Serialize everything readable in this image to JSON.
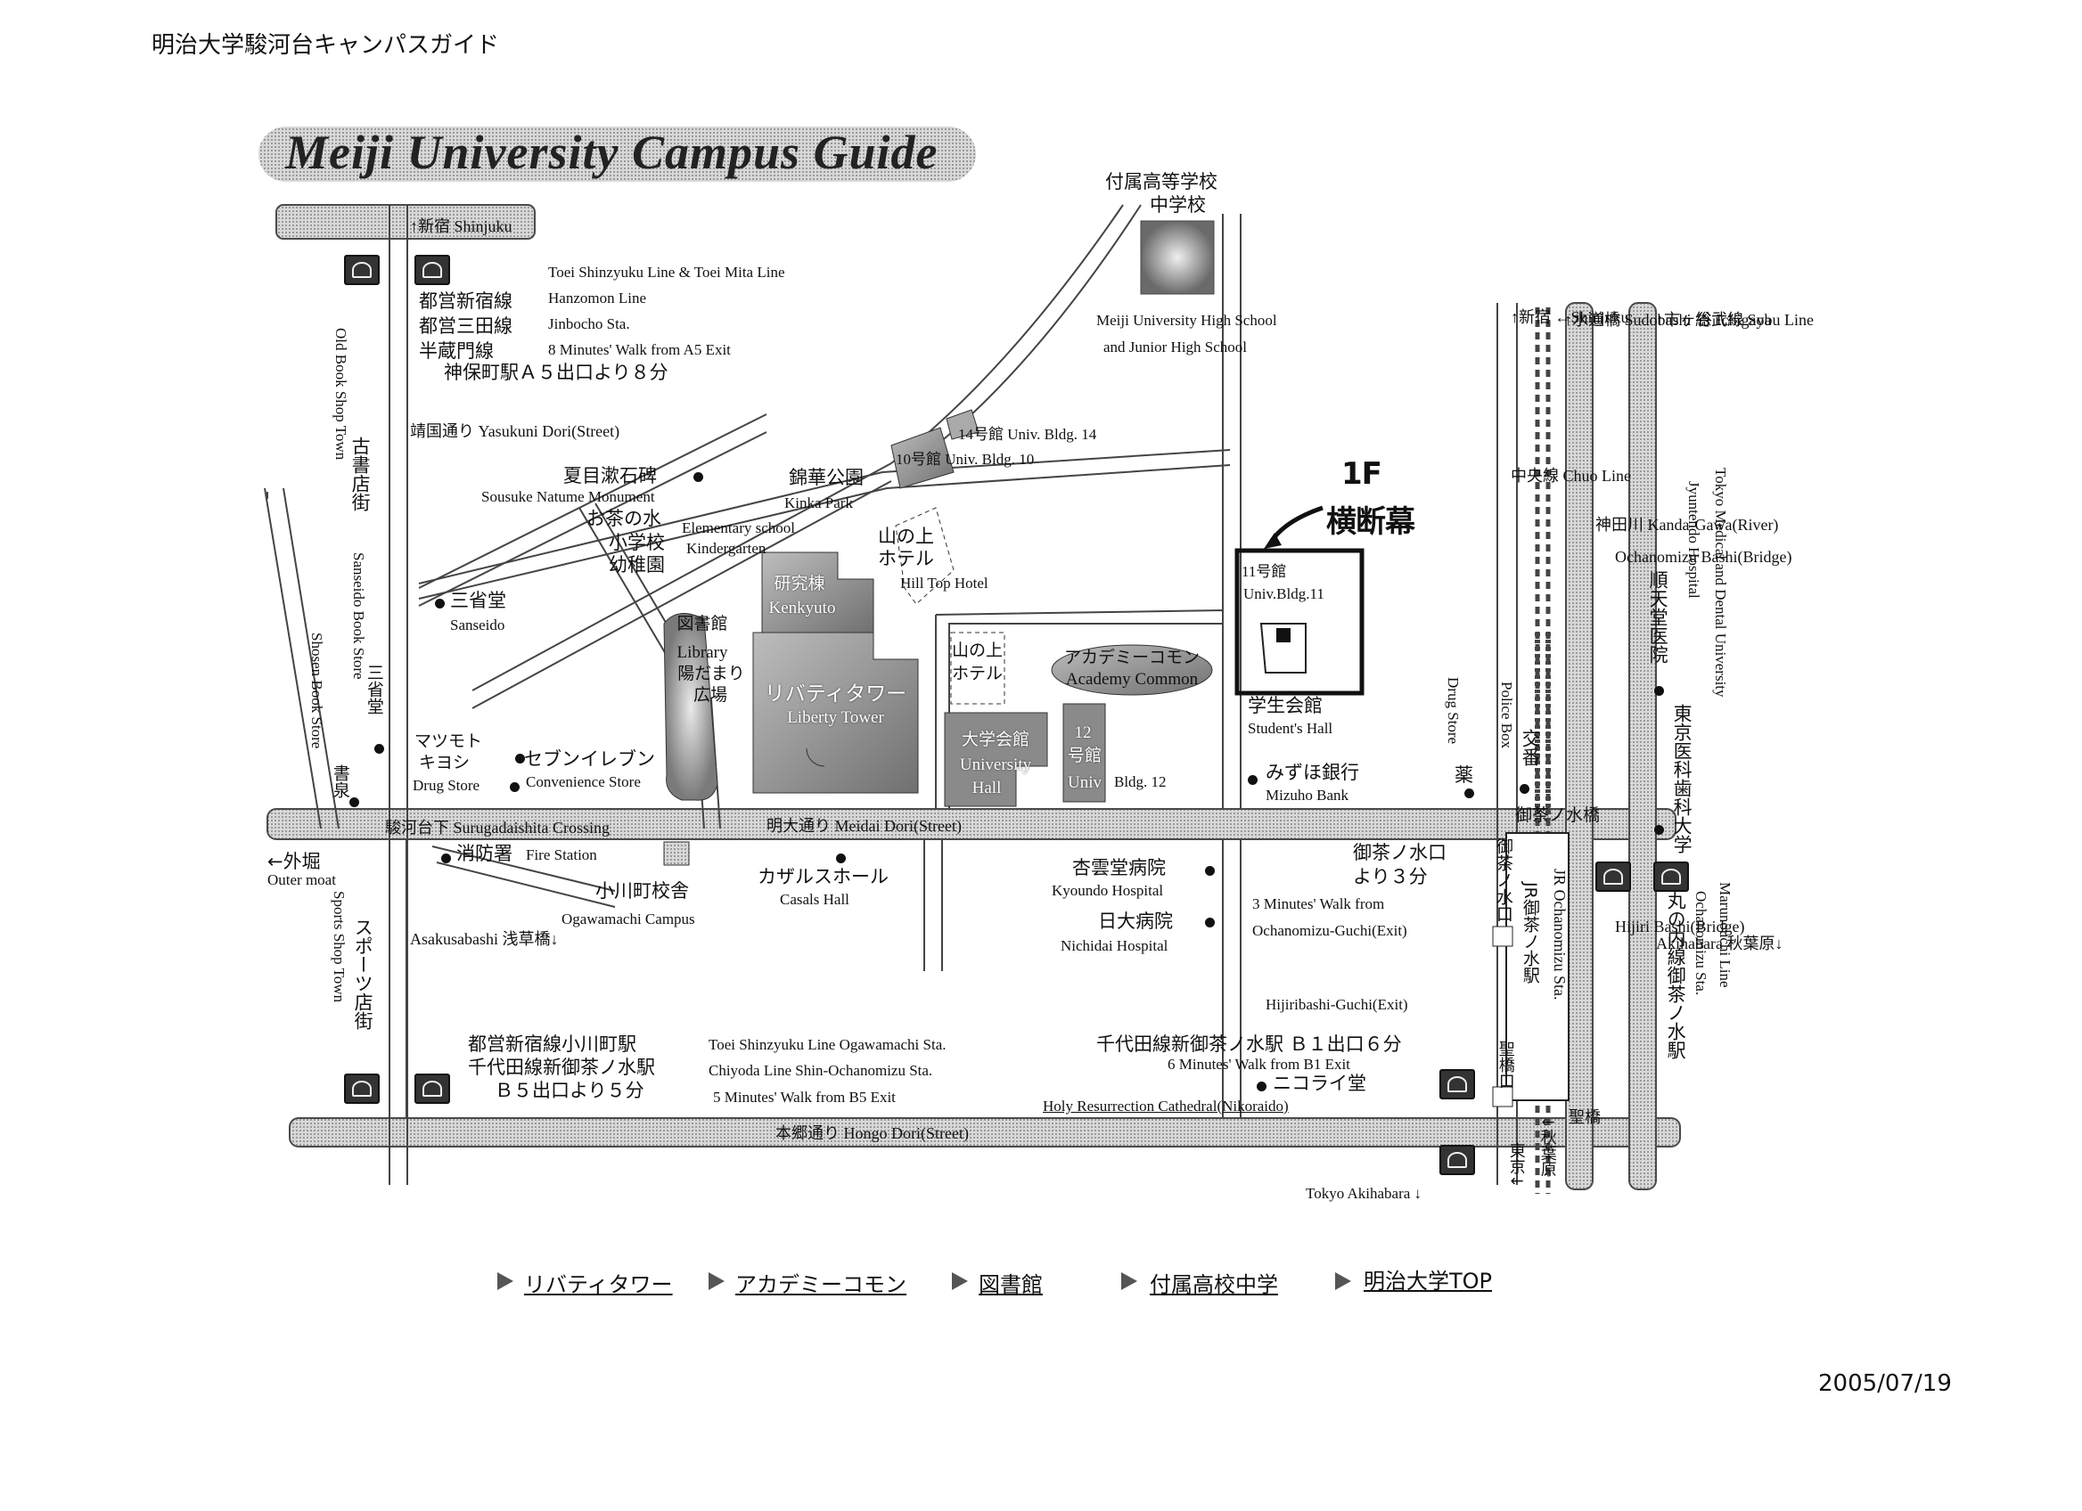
{
  "header": {
    "title": "明治大学駿河台キャンパスガイド"
  },
  "footer": {
    "date": "2005/07/19"
  },
  "map": {
    "banner_title": "Meiji University Campus Guide",
    "handwritten": {
      "floor": "1F",
      "note": "横断幕"
    },
    "stations": {
      "jinbocho": {
        "en_lines": [
          "Toei Shinzyuku Line & Toei Mita Line",
          "Hanzomon Line",
          "Jinbocho Sta.",
          "8 Minutes' Walk from A5 Exit"
        ],
        "jp_lines": [
          "都営新宿線",
          "都営三田線",
          "半蔵門線"
        ],
        "jp_exit": "神保町駅Ａ５出口より８分"
      },
      "ogawamachi": {
        "jp_lines": [
          "都営新宿線小川町駅",
          "千代田線新御茶ノ水駅",
          "Ｂ５出口より５分"
        ],
        "en_lines": [
          "Toei Shinzyuku Line Ogawamachi Sta.",
          "Chiyoda Line Shin-Ochanomizu Sta.",
          "5 Minutes' Walk from B5 Exit"
        ]
      },
      "shin_ochanomizu_b1": {
        "jp": "千代田線新御茶ノ水駅 Ｂ１出口６分",
        "en": "6 Minutes' Walk from B1 Exit"
      },
      "ochanomizu": {
        "jp_1": "御茶ノ水口",
        "jp_2": "より３分",
        "en_1": "3 Minutes' Walk from",
        "en_2": "Ochanomizu-Guchi(Exit)"
      },
      "hijiribashi": "Hijiribashi-Guchi(Exit)",
      "jr_ochanomizu": {
        "en": "JR Ochanomizu Sta.",
        "jp": "JR御茶ノ水駅"
      },
      "marunouchi": {
        "en": "Marunouchi Line",
        "en_2": "Ochanomizu Sta.",
        "jp": "丸の内線御茶ノ水駅"
      },
      "tokyo_akihabara": "Tokyo Akihabara ↓"
    },
    "buildings": {
      "high_school": {
        "jp_1": "付属高等学校",
        "jp_2": "中学校",
        "en_1": "Meiji University High School",
        "en_2": "and Junior High School"
      },
      "bldg14": "14号館 Univ. Bldg. 14",
      "bldg10": "10号館 Univ. Bldg. 10",
      "bldg11": {
        "jp": "11号館",
        "en": "Univ.Bldg.11"
      },
      "kenkyuto": {
        "jp": "研究棟",
        "en": "Kenkyuto"
      },
      "library": {
        "jp": "図書館",
        "en": "Library",
        "jp_2": "陽だまり",
        "jp_3": "広場"
      },
      "liberty_tower": {
        "jp": "リバティタワー",
        "en": "Liberty Tower"
      },
      "academy_common": {
        "jp": "アカデミーコモン",
        "en": "Academy Common"
      },
      "yamanoue_hotel": {
        "jp_1": "山の上",
        "jp_2": "ホテル"
      },
      "hilltop_hotel": {
        "jp_1": "山の上",
        "jp_2": "ホテル",
        "en": "Hill Top Hotel"
      },
      "university_hall": {
        "jp": "大学会館",
        "en_1": "University",
        "en_2": "Hall"
      },
      "bldg12": {
        "jp_1": "12",
        "jp_2": "号館",
        "en_1": "Univ",
        "en_2": "Bldg. 12"
      },
      "students_hall": {
        "jp": "学生会館",
        "en": "Student's Hall"
      },
      "ogawamachi_campus": {
        "jp": "小川町校舎",
        "en": "Ogawamachi Campus"
      }
    },
    "landmarks": {
      "natsume": {
        "jp": "夏目漱石碑",
        "en": "Sousuke Natume Monument"
      },
      "kinka": {
        "jp": "錦華公園",
        "en": "Kinka Park"
      },
      "ochanomizu_school": {
        "jp_1": "お茶の水",
        "jp_2": "小学校",
        "jp_3": "幼稚園",
        "en_1": "Elementary school",
        "en_2": "Kindergarten"
      },
      "sanseido": {
        "jp": "三省堂",
        "en": "Sanseido"
      },
      "matsumoto": {
        "jp_1": "マツモト",
        "jp_2": "キヨシ",
        "en": "Drug Store"
      },
      "seven": {
        "jp": "セブンイレブン",
        "en": "Convenience Store"
      },
      "fire": {
        "jp": "消防署",
        "en": "Fire Station"
      },
      "casals": {
        "jp": "カザルスホール",
        "en": "Casals Hall"
      },
      "kyoundo": {
        "jp": "杏雲堂病院",
        "en": "Kyoundo Hospital"
      },
      "nichidai": {
        "jp": "日大病院",
        "en": "Nichidai Hospital"
      },
      "mizuho": {
        "jp": "みずほ銀行",
        "en": "Mizuho Bank"
      },
      "drug_store_e": {
        "en": "Drug Store",
        "jp": "薬"
      },
      "police": {
        "en": "Police Box",
        "jp": "交番"
      },
      "nikolai": {
        "jp": "ニコライ堂",
        "en": "Holy Resurrection Cathedral(Nikoraido)"
      },
      "juntendo": {
        "en_1": "Jyuntendo Hospital",
        "jp": "順天堂医院"
      },
      "tmdu": {
        "en": "Tokyo Medical and Dental University",
        "jp": "東京医科歯科大学"
      },
      "sanseido_book": {
        "en": "Sanseido Book Store",
        "jp": "三省堂"
      },
      "shosen": {
        "en": "Shosen Book Store",
        "jp": "書泉"
      },
      "old_book": {
        "en": "Old Book Shop Town",
        "jp": "古書店街"
      },
      "sports": {
        "jp": "スポーツ店街",
        "en": "Sports Shop Town"
      },
      "outer_moat": {
        "jp": "←外堀",
        "en": "Outer moat"
      }
    },
    "roads": {
      "meidai": "明大通り Meidai Dori(Street)",
      "hongo": "本郷通り Hongo Dori(Street)",
      "surugadai": "駿河台下 Surugadaishita Crossing",
      "yasukuni": "靖国通り Yasukuni Dori(Street)",
      "shinjuku_arrow": "↑新宿 Shinjuku",
      "shinjuku_rail": "↑新宿 ←Shinjuku",
      "chuo": "中央線 Chuo Line",
      "sobu": "↑水道橋 Sudobashi 総武線 Sobu Line",
      "kanda_river": "神田川 Kanda-Gawa(River)",
      "ochanomizu_bashi": "Ochanomizu Bashi(Bridge)",
      "ichigaya": "↑市ヶ谷 Ichigaya",
      "hijiri_bashi": "Hijiri Bashi(Bridge)",
      "akihabara": "Akihabara 秋葉原↓",
      "asakusabashi": "Asakusabashi 浅草橋↓",
      "ochanomizu_bridge": "御茶ノ水橋",
      "hijiri_jp": "聖橋",
      "akihabara_jp": "↓秋葉原",
      "tokyo_jp": "東京↓",
      "ochanomizu_guchi_v": "御茶ノ水口",
      "hijiri_guchi_v": "聖橋口"
    }
  },
  "nav": [
    {
      "label": "リバティタワー"
    },
    {
      "label": "アカデミーコモン"
    },
    {
      "label": "図書館"
    },
    {
      "label": "付属高校中学"
    },
    {
      "label": "明治大学TOP"
    }
  ],
  "colors": {
    "road": "#c8c8c8",
    "road_edge": "#555555",
    "building": "#8a8a8a",
    "highlight": "#111111"
  }
}
